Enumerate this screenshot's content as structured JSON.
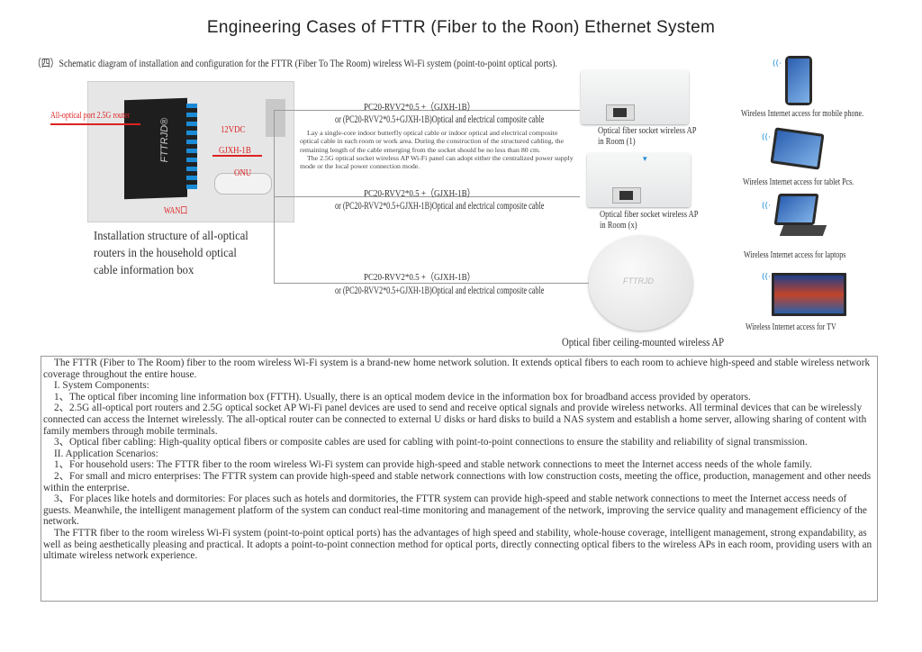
{
  "title": "Engineering Cases of FTTR (Fiber to the Roon) Ethernet System",
  "subtitle": "（四）Schematic diagram of installation and configuration for the FTTR (Fiber To The Room) wireless Wi-Fi system (point-to-point optical ports).",
  "box": {
    "router_brand": "FTTRJD®",
    "labels": {
      "router": "All-optical port 2.5G router",
      "power": "12VDC",
      "cable": "GJXH-1B",
      "onu": "ONU",
      "wan": "WAN口"
    },
    "caption": "Installation structure of all-optical routers in the household optical cable information box"
  },
  "cables": [
    {
      "line1": "PC20-RVV2*0.5 +（GJXH-1B）",
      "line2": "or (PC20-RVV2*0.5+GJXH-1B)Optical and electrical composite cable"
    },
    {
      "line1": "PC20-RVV2*0.5 +（GJXH-1B）",
      "line2": "or (PC20-RVV2*0.5+GJXH-1B)Optical and electrical composite cable"
    },
    {
      "line1": "PC20-RVV2*0.5 +（GJXH-1B）",
      "line2": "or (PC20-RVV2*0.5+GJXH-1B)Optical and electrical composite cable"
    }
  ],
  "note": [
    "Lay a single-core indoor butterfly optical cable or indoor optical and electrical composite optical cable in each room or work area. During the construction of the structured cabling, the remaining length of the cable emerging from the socket should be no less than 80 cm.",
    "The 2.5G optical socket wireless AP Wi-Fi panel can adopt either the centralized power supply mode or the local power connection mode."
  ],
  "aps": {
    "room1": "Optical fiber socket wireless AP in Room (1)",
    "roomx": "Optical fiber socket wireless AP in Room (x)",
    "ceiling": "Optical fiber ceiling-mounted wireless AP",
    "ceiling_brand": "FTTRJD"
  },
  "devices": [
    "Wireless Internet access for mobile phone.",
    "Wireless Internet access for tablet Pcs.",
    "Wireless Internet access for laptops",
    "Wireless Internet access for TV"
  ],
  "body": [
    "The FTTR (Fiber to The Room) fiber to the room wireless Wi-Fi system is a brand-new home network solution. It extends optical fibers to each room to achieve high-speed and stable wireless network coverage throughout the entire house.",
    "I. System Components:",
    "1、The optical fiber incoming line information box (FTTH). Usually, there is an optical modem device in the information box for broadband access provided by operators.",
    "2、2.5G all-optical port routers and 2.5G optical socket AP Wi-Fi panel devices are used to send and receive optical signals and provide wireless networks. All terminal devices that can be wirelessly connected can access the Internet wirelessly. The all-optical router can be connected to external U disks or hard disks to build a NAS system and establish a home server, allowing sharing of content with family members through mobile terminals.",
    "3、Optical fiber cabling: High-quality optical fibers or composite cables are used for cabling with point-to-point connections to ensure the stability and reliability of signal transmission.",
    "II. Application Scenarios:",
    "1、For household users: The FTTR fiber to the room wireless Wi-Fi system can provide high-speed and stable network connections to meet the Internet access needs of the whole family.",
    "2、For small and micro enterprises: The FTTR system can provide high-speed and stable network connections with low construction costs, meeting the office, production, management and other needs within the enterprise.",
    "3、For places like hotels and dormitories: For places such as hotels and dormitories, the FTTR system can provide high-speed and stable network connections to meet the Internet access needs of guests. Meanwhile, the intelligent management platform of the system can conduct real-time monitoring and management of the network, improving the service quality and management efficiency of the network.",
    "The FTTR fiber to the room wireless Wi-Fi system (point-to-point optical ports) has the advantages of high speed and stability, whole-house coverage, intelligent management, strong expandability, as well as being aesthetically pleasing and practical. It adopts a point-to-point connection method for optical ports, directly connecting optical fibers to the wireless APs in each room, providing users with an ultimate wireless network experience."
  ]
}
